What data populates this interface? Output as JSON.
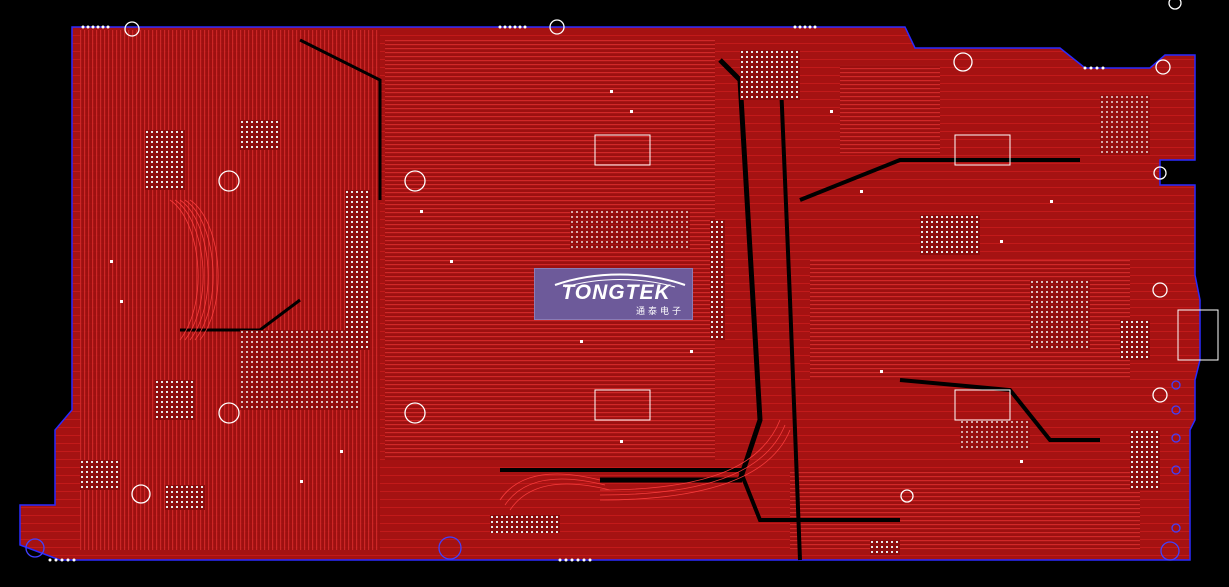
{
  "view": "pcb-layout",
  "colors": {
    "background": "#000000",
    "copper": "#b81414",
    "copper_dark": "#7a0a0a",
    "outline": "#2a2aff",
    "trace": "#e03030",
    "pad": "#ffffff",
    "logo_bg": "#6d5a9a"
  },
  "logo": {
    "brand": "TONGTEK",
    "subtitle": "通泰电子"
  }
}
